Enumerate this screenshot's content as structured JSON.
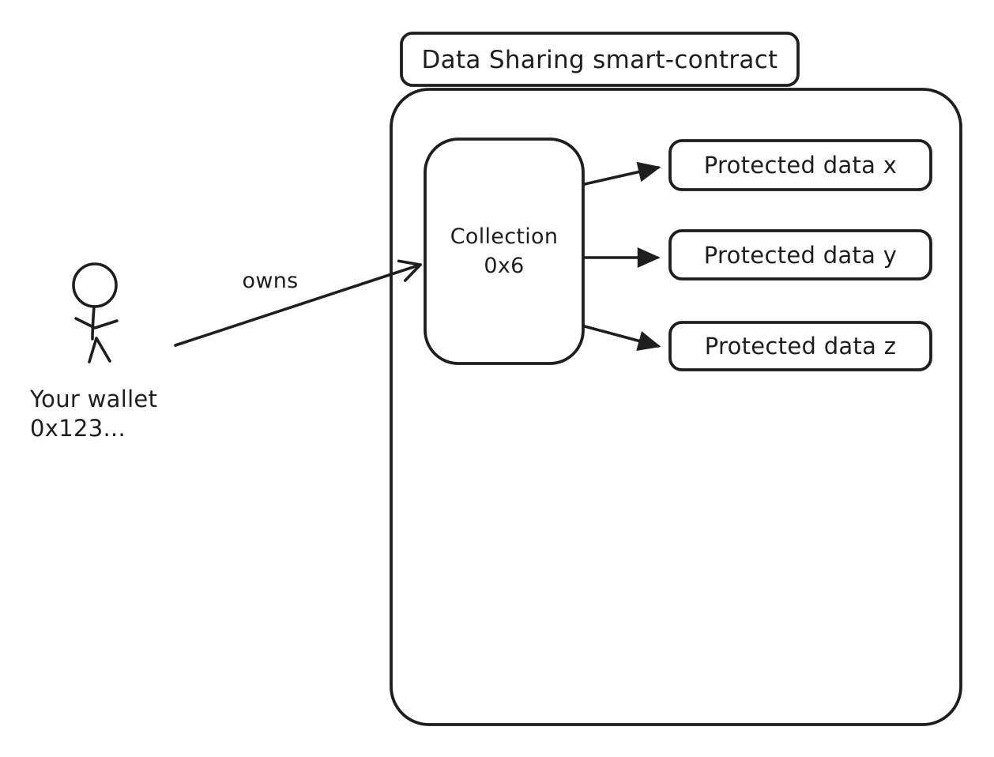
{
  "colors": {
    "ink": "#1e1e1e",
    "paper": "#ffffff"
  },
  "title_box": {
    "label": "Data Sharing smart-contract"
  },
  "actor": {
    "name_line1": "Your wallet",
    "name_line2": "0x123..."
  },
  "relation": {
    "label": "owns"
  },
  "collection_box": {
    "label_line1": "Collection",
    "label_line2": "0x6"
  },
  "protected_data_boxes": [
    {
      "label": "Protected data x"
    },
    {
      "label": "Protected data y"
    },
    {
      "label": "Protected data z"
    }
  ]
}
